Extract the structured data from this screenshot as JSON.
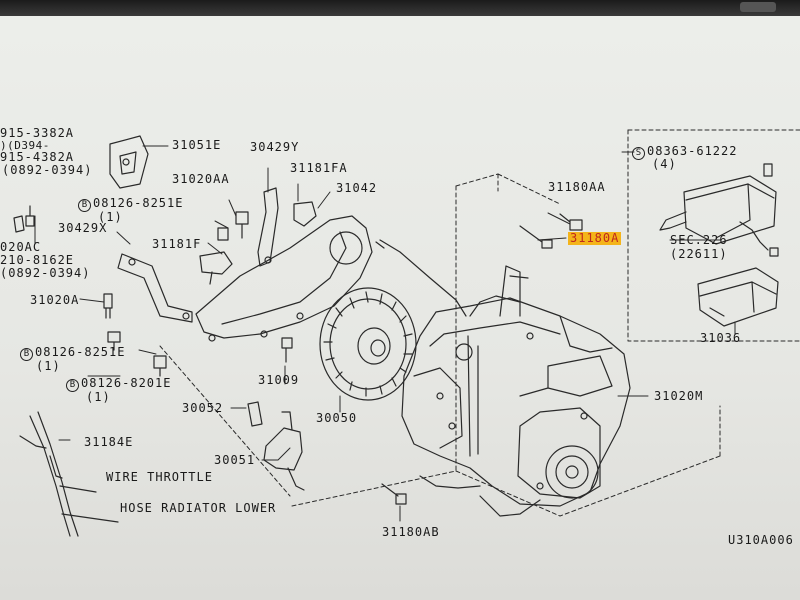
{
  "labels": {
    "p_31051E": "31051E",
    "p_30429Y": "30429Y",
    "p_31181FA": "31181FA",
    "p_31020AA": "31020AA",
    "p_31042": "31042",
    "p_08126_8251E_a": "08126-8251E",
    "p_08126_8251E_a_qty": "(1)",
    "p_30429X": "30429X",
    "p_31181F": "31181F",
    "p_31020A": "31020A",
    "p_08126_8251E_b": "08126-8251E",
    "p_08126_8251E_b_qty": "(1)",
    "p_08126_8201E": "08126-8201E",
    "p_08126_8201E_qty": "(1)",
    "p_31009": "31009",
    "p_30052": "30052",
    "p_30050": "30050",
    "p_31184E": "31184E",
    "p_30051": "30051",
    "p_31020M": "31020M",
    "p_31180AB": "31180AB",
    "p_31180AA": "31180AA",
    "p_31180A": "31180A",
    "p_08363_61222": "08363-61222",
    "p_08363_61222_qty": "(4)",
    "p_sec226": "SEC.226",
    "p_22611": "(22611)",
    "p_31036": "31036",
    "left_1": "915-3382A",
    "left_2": ")(D394-",
    "left_3": "915-4382A",
    "left_4": "(0892-0394)",
    "left_5": "020AC",
    "left_6": "210-8162E",
    "left_7": "(0892-0394)",
    "wire_throttle": "WIRE THROTTLE",
    "hose_radiator_lower": "HOSE RADIATOR LOWER",
    "figure_code": "U310A006"
  },
  "symbols": {
    "bolt_ref": "B",
    "screw_ref": "S"
  },
  "highlight": {
    "part": "31180A",
    "background": "#f4b41a",
    "text_color": "#c0281c"
  }
}
